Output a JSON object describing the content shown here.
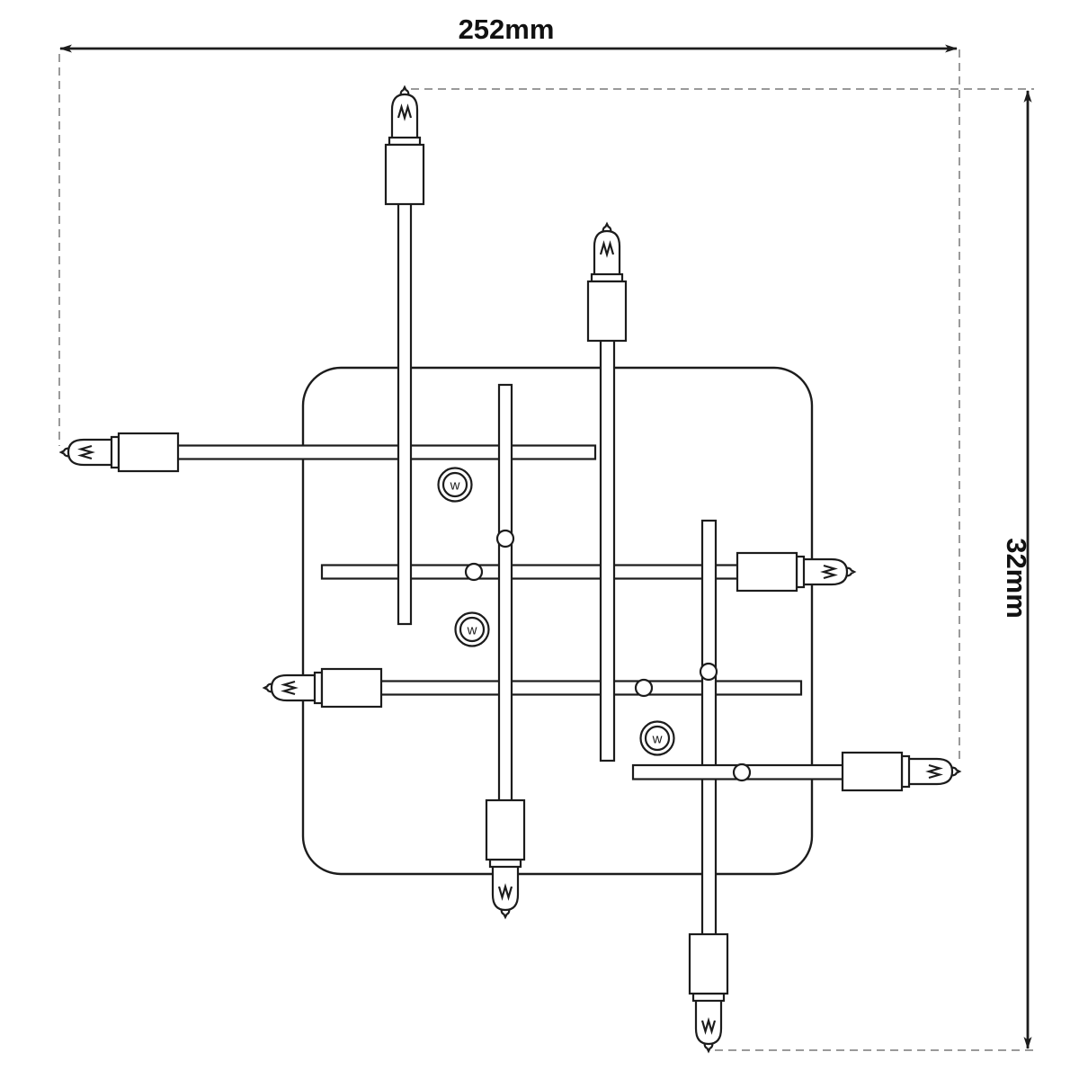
{
  "diagram": {
    "type": "technical-drawing",
    "subject": "wall-lamp-fixture-with-halogen-bulbs",
    "dimension_width": {
      "label": "252mm"
    },
    "dimension_height": {
      "label": "32mm"
    },
    "lamp_symbols": {
      "marking": "w",
      "count": 3
    },
    "bulb_count": 8,
    "colors": {
      "line": "#1c1c1c",
      "extension_line": "#9a9a9a",
      "background": "#ffffff"
    }
  }
}
